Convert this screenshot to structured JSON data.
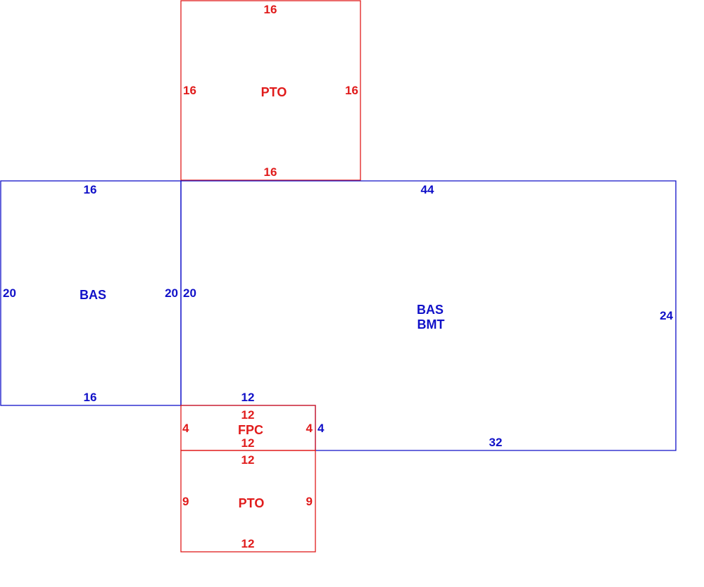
{
  "colors": {
    "red": "#e01b1b",
    "blue": "#1010c8",
    "background": "#ffffff"
  },
  "areas": {
    "pto_top": {
      "label": "PTO",
      "top": "16",
      "bottom": "16",
      "left": "16",
      "right": "16"
    },
    "bas_left": {
      "label": "BAS",
      "top": "16",
      "bottom": "16",
      "left": "20",
      "right": "20"
    },
    "bas_main": {
      "label_line1": "BAS",
      "label_line2": "BMT",
      "top": "44",
      "left": "20",
      "right": "24",
      "bottom": "32",
      "bottom_left": "12",
      "notch": "4"
    },
    "fpc": {
      "label": "FPC",
      "top": "12",
      "bottom": "12",
      "left": "4",
      "right": "4"
    },
    "pto_bottom": {
      "label": "PTO",
      "top": "12",
      "bottom": "12",
      "left": "9",
      "right": "9"
    }
  }
}
